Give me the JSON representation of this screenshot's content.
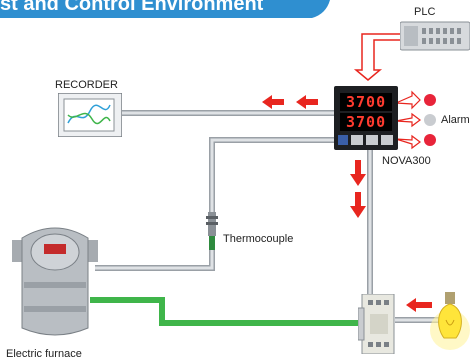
{
  "header": {
    "title": "st and Control Environment"
  },
  "labels": {
    "plc": "PLC",
    "recorder": "RECORDER",
    "alarm": "Alarm",
    "controller": "NOVA300",
    "thermocouple": "Thermocouple",
    "furnace": "Electric furnace"
  },
  "controller_display": {
    "pv": "3700",
    "sv": "3700"
  },
  "colors": {
    "banner": "#2f8fd0",
    "arrow": "#e8261f",
    "cable": "#c9ccd0",
    "green_cable": "#3fb54a",
    "alarm_lamp": "#e8243a"
  }
}
